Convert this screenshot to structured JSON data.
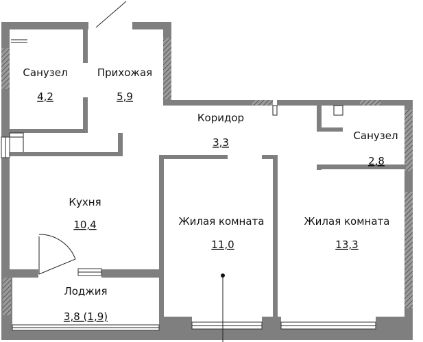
{
  "rooms": [
    {
      "name": "Санузел",
      "area": "4,2"
    },
    {
      "name": "Прихожая",
      "area": "5,9"
    },
    {
      "name": "Коридор",
      "area": "3,3"
    },
    {
      "name": "Санузел",
      "area": "2,8"
    },
    {
      "name": "Кухня",
      "area": "10,4"
    },
    {
      "name": "Жилая комната",
      "area": "11,0"
    },
    {
      "name": "Жилая комната",
      "area": "13,3"
    },
    {
      "name": "Лоджия",
      "area": "3,8 (1,9)"
    }
  ],
  "colors": {
    "wall": "#7f7f7f",
    "hatch": "#555555",
    "line": "#222222",
    "background": "#ffffff"
  }
}
